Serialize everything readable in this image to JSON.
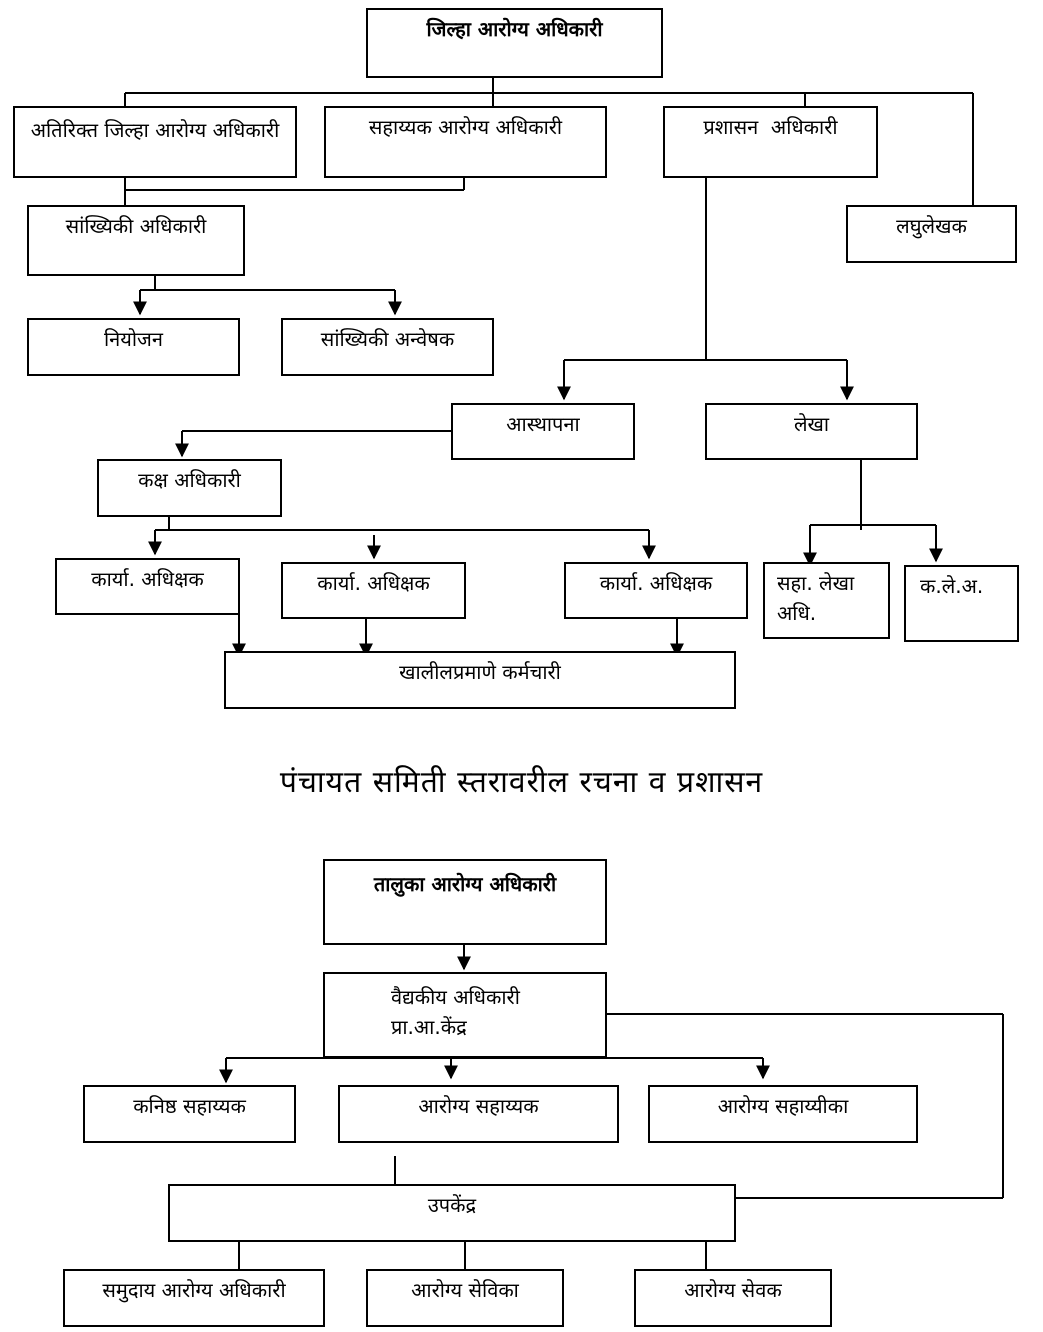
{
  "district": {
    "top": "जिल्हा आरोग्य अधिकारी",
    "additional": "अतिरिक्त जिल्हा आरोग्य अधिकारी",
    "assistant": "सहाय्यक आरोग्य अधिकारी",
    "admin": "प्रशासन  अधिकारी",
    "steno": "लघुलेखक",
    "statistics": "सांख्यिकी अधिकारी",
    "planning": "नियोजन",
    "stat_investigator": "सांख्यिकी अन्वेषक",
    "establishment": "आस्थापना",
    "accounts": "लेखा",
    "section_officer": "कक्ष अधिकारी",
    "office_supt_1": "कार्या. अधिक्षक",
    "office_supt_2": "कार्या. अधिक्षक",
    "office_supt_3": "कार्या. अधिक्षक",
    "staff": "खालीलप्रमाणे कर्मचारी",
    "asst_accounts": "सहा. लेखा अधि.",
    "junior_accounts": "क.ले.अ."
  },
  "section_heading": "पंचायत समिती स्तरावरील रचना व प्रशासन",
  "taluka": {
    "top": "तालुका आरोग्य अधिकारी",
    "medical_officer_line1": "वैद्यकीय अधिकारी",
    "medical_officer_line2": "प्रा.आ.केंद्र",
    "junior_assistant": "कनिष्ठ सहाय्यक",
    "health_assistant": "आरोग्य सहाय्यक",
    "health_assistant_f": "आरोग्य सहाय्यीका",
    "subcentre": "उपकेंद्र",
    "cho": "समुदाय आरोग्य अधिकारी",
    "anm": "आरोग्य सेविका",
    "mpw": "आरोग्य सेवक"
  }
}
